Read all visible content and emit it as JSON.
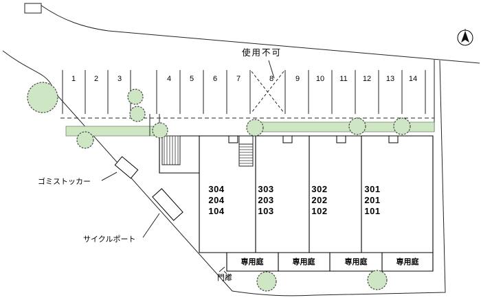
{
  "annotations": {
    "unusable": "使用不可",
    "garbage_stocker": "ゴミストッカー",
    "cycle_port": "サイクルポート",
    "gate": "門扉"
  },
  "parking": {
    "spaces": [
      "1",
      "2",
      "3",
      "4",
      "5",
      "6",
      "7",
      "8",
      "9",
      "10",
      "11",
      "12",
      "13",
      "14"
    ],
    "unusable_space": "8"
  },
  "building": {
    "units": [
      {
        "rooms": [
          "304",
          "204",
          "104"
        ],
        "garden_label": "専用庭"
      },
      {
        "rooms": [
          "303",
          "203",
          "103"
        ],
        "garden_label": "専用庭"
      },
      {
        "rooms": [
          "302",
          "202",
          "102"
        ],
        "garden_label": "専用庭"
      },
      {
        "rooms": [
          "301",
          "201",
          "101"
        ],
        "garden_label": "専用庭"
      }
    ]
  },
  "colors": {
    "landscape_green": "#cfe6c4",
    "line": "#222222"
  }
}
